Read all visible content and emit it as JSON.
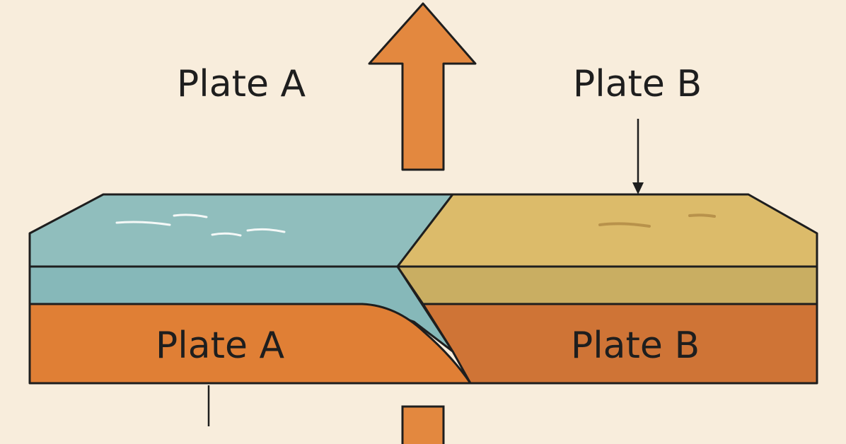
{
  "labels": {
    "top_left": "Plate A",
    "top_right": "Plate B",
    "lower_left": "Plate A",
    "lower_right": "Plate B"
  },
  "colors": {
    "background": "#f8eddc",
    "ocean": "#90bebd",
    "ocean_crust": "#86b8b9",
    "land": "#dcbb6a",
    "land_crust": "#c9ae62",
    "plate_a": "#e07f35",
    "plate_b": "#cf7436",
    "arrow": "#e3883f",
    "outline": "#1e1e1e"
  },
  "icons": {
    "arrow_up": "upward-motion-arrow",
    "pointer": "pointer-arrow"
  }
}
